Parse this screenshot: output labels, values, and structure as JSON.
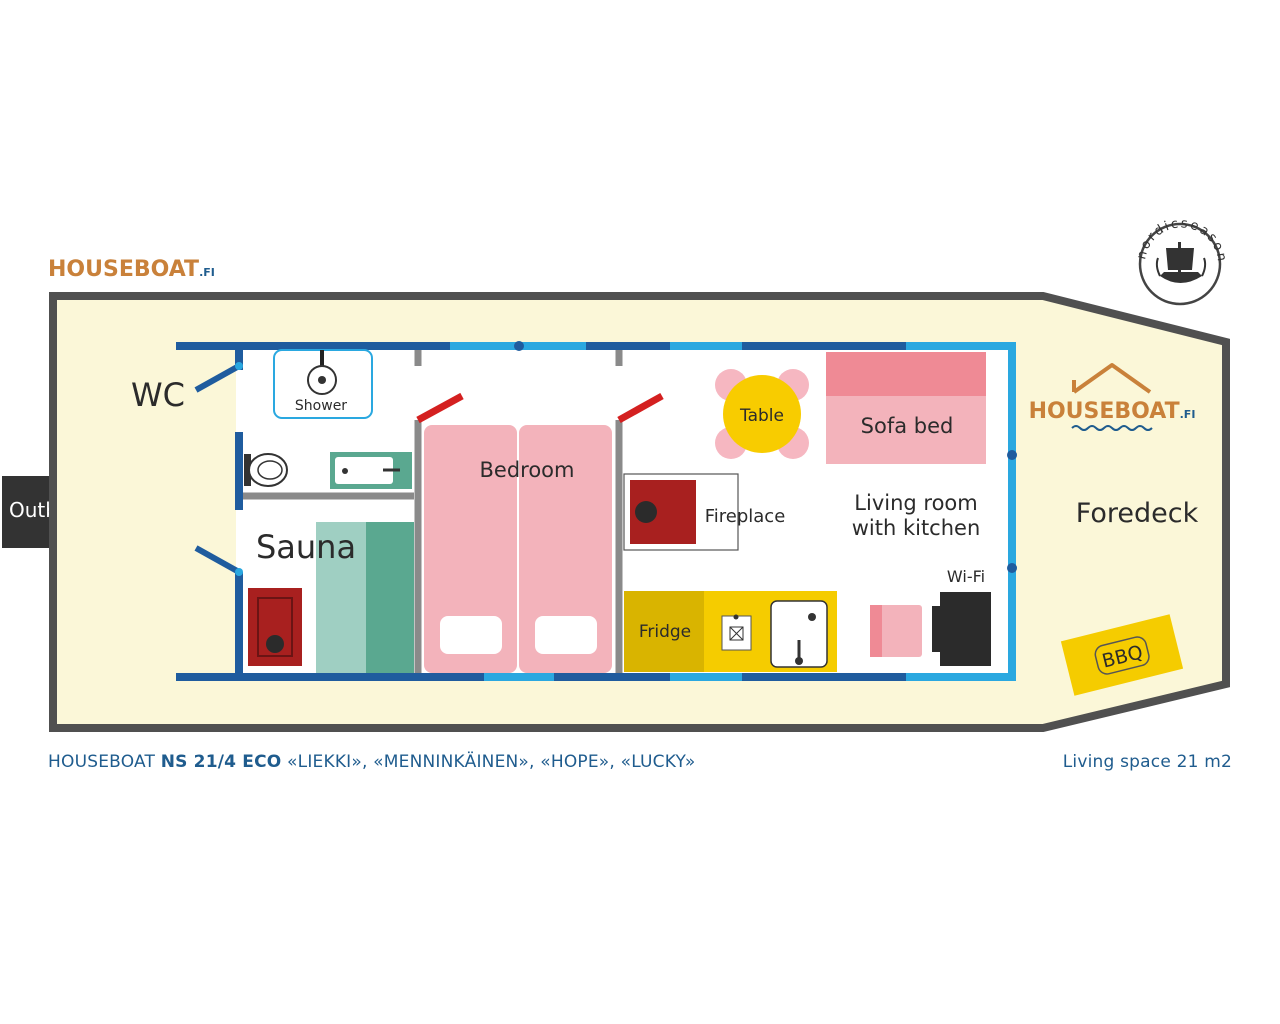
{
  "brand": {
    "logo_main": "HOUSEBOAT",
    "logo_suffix": ".FI",
    "partner_logo": "nordicseason"
  },
  "rooms": {
    "wc": "WC",
    "shower": "Shower",
    "sauna": "Sauna",
    "bedroom": "Bedroom",
    "fireplace": "Fireplace",
    "table": "Table",
    "sofa_bed": "Sofa bed",
    "living_line1": "Living room",
    "living_line2": "with kitchen",
    "fridge": "Fridge",
    "wifi": "Wi-Fi",
    "foredeck": "Foredeck",
    "bbq": "BBQ",
    "outboard": "Outboard"
  },
  "caption": {
    "prefix": "HOUSEBOAT ",
    "model": "NS 21/4 ECO",
    "names": " «LIEKKI», «MENNINKÄINEN», «HOPE», «LUCKY»",
    "living_space": "Living space 21 m2"
  },
  "colors": {
    "deck": "#fbf7d8",
    "hull": "#505050",
    "wall_dark": "#1f5c9e",
    "wall_light": "#2aa8e0",
    "bed": "#f3b3bb",
    "sofa_top": "#ef8a95",
    "sauna_bench_light": "#9fcfc2",
    "sauna_bench_dark": "#5aa890",
    "stove_red": "#a8201f",
    "fridge": "#d9b400",
    "kitchen": "#f5cc00",
    "table": "#f8cc00",
    "chair": "#f6b7c1",
    "bbq": "#f5cc00",
    "door_red": "#d42020",
    "text_blue": "#1f5c8e",
    "brand_orange": "#c9813a"
  }
}
